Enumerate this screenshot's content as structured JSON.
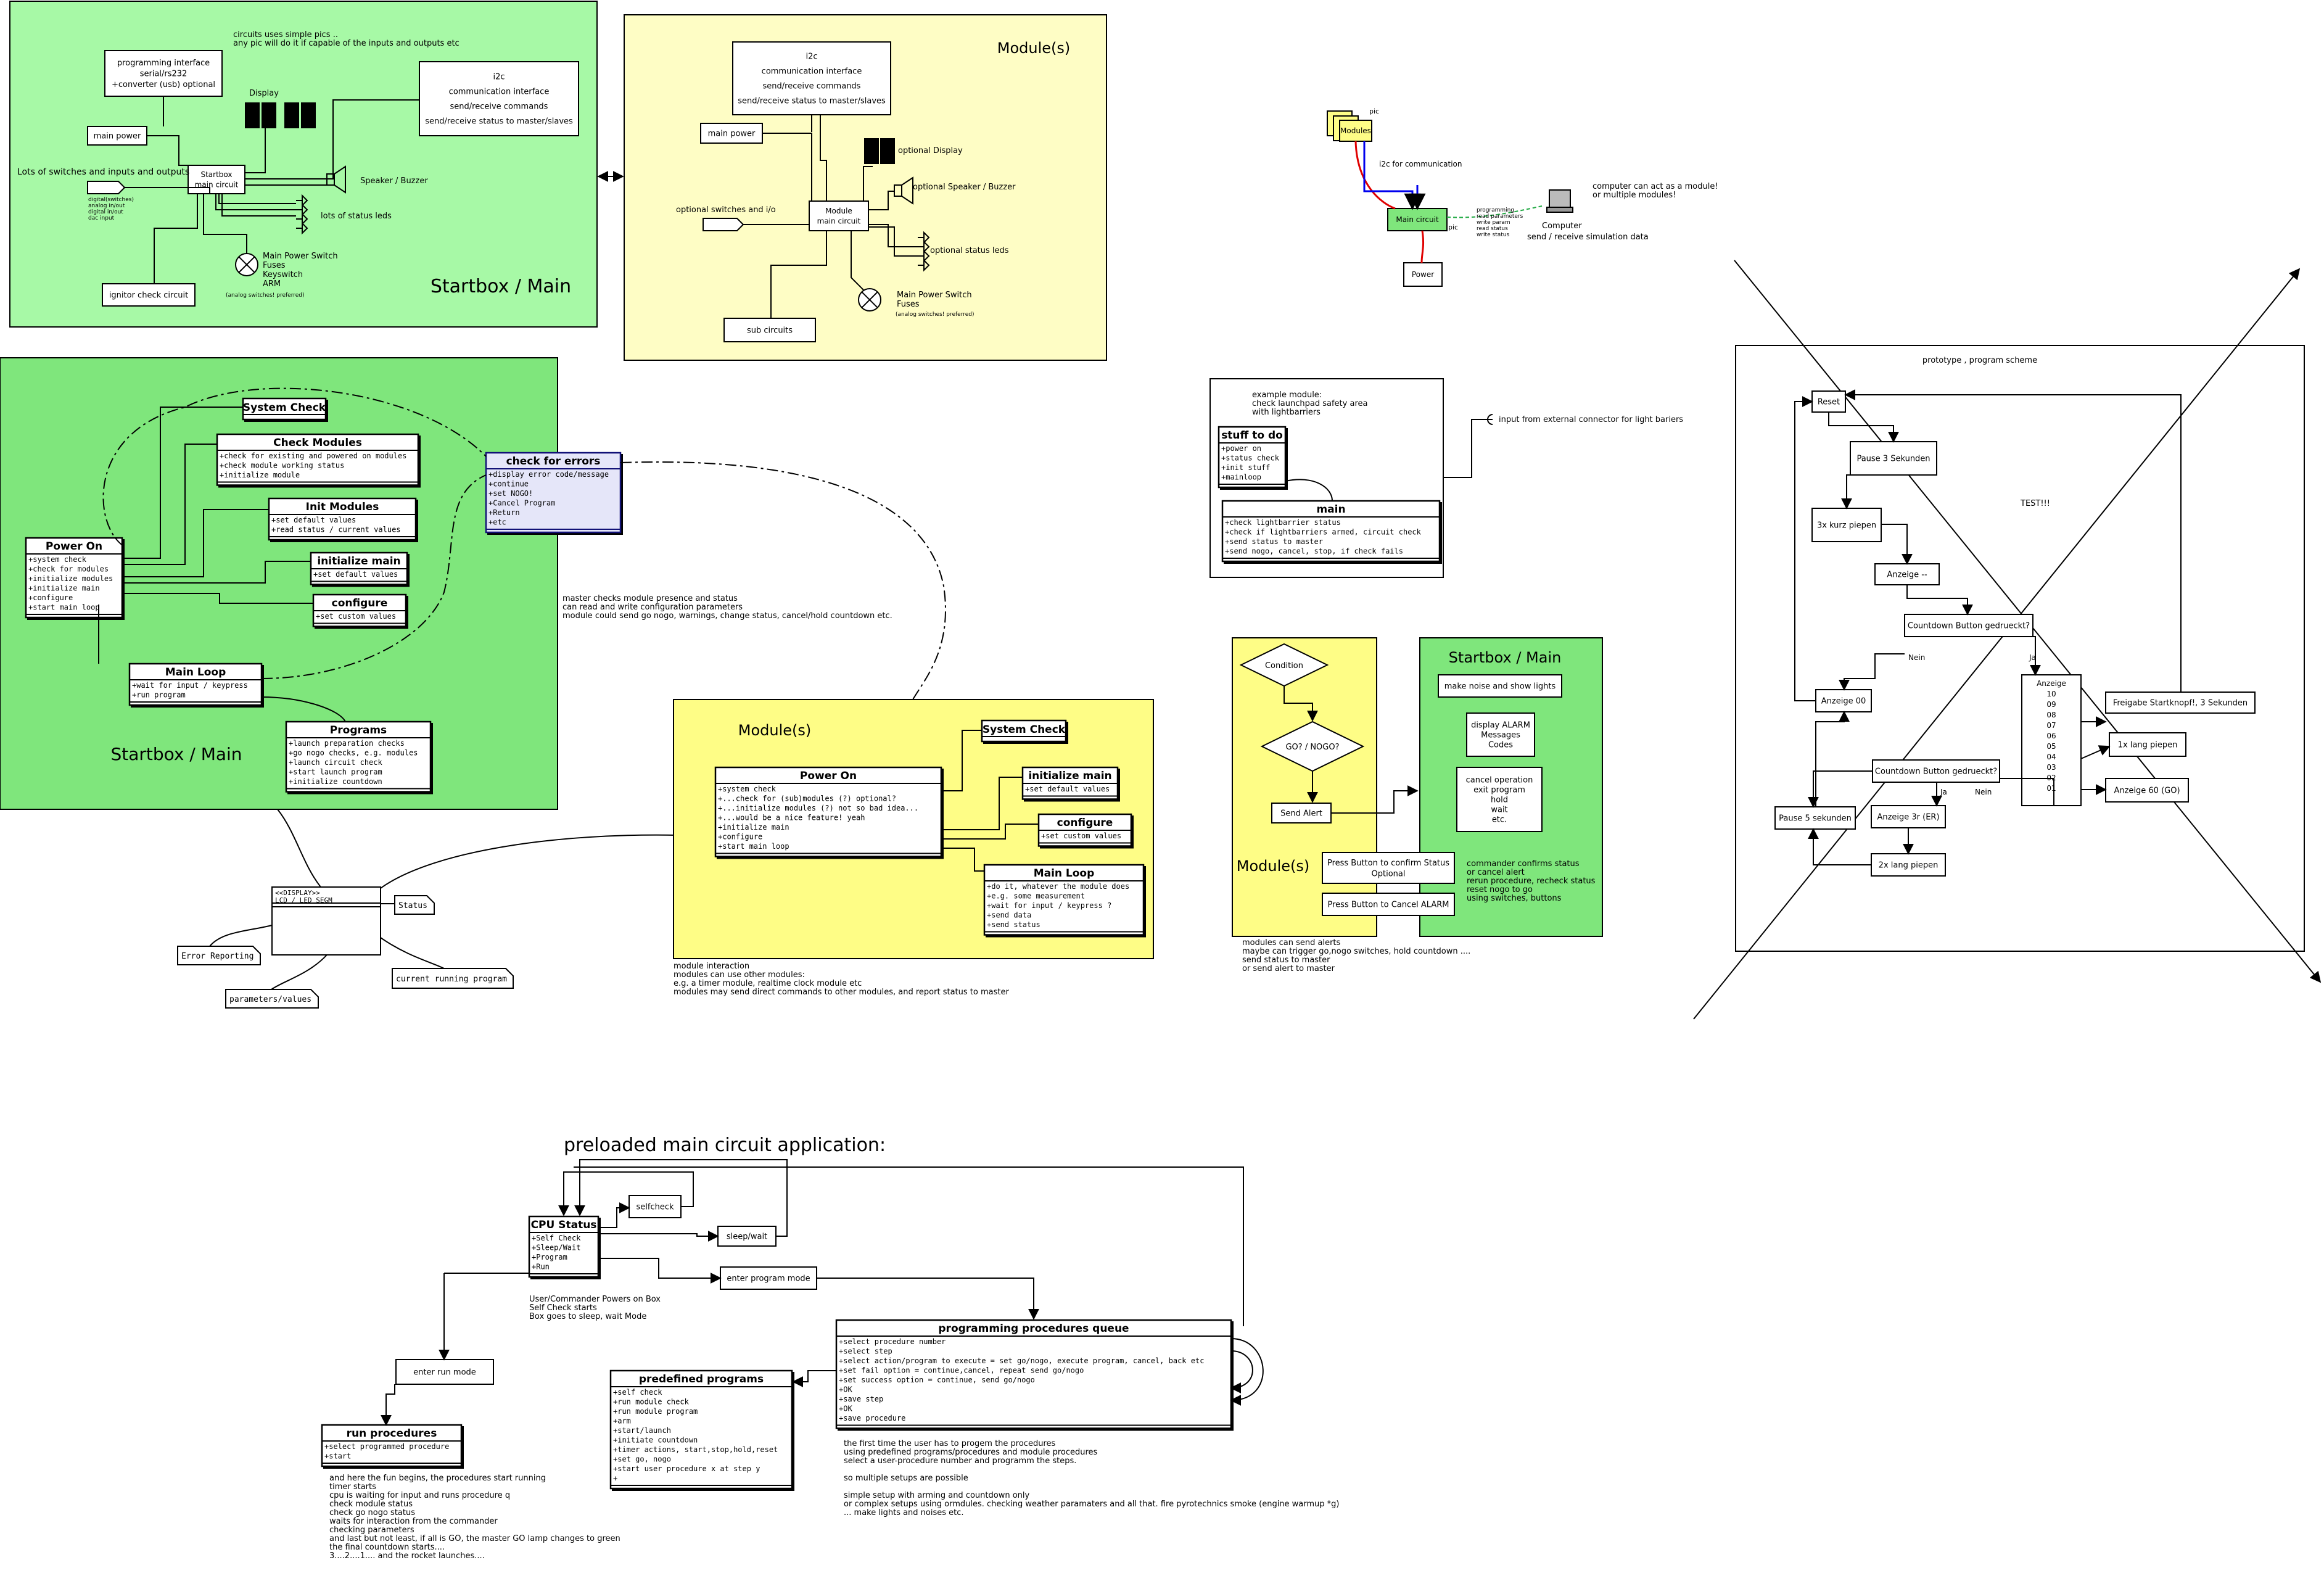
{
  "colors": {
    "green": "#a7f9a6",
    "green_dark": "#7fe67c",
    "yellow": "#fefdc5",
    "yellow2": "#fefd86",
    "lavender": "#e5e6f9",
    "line": "#000000",
    "red": "#e00000",
    "blue": "#0000ee"
  },
  "startbox_top": {
    "title": "Startbox / Main",
    "note": [
      "circuits uses simple pics ..",
      "any pic will do it if capable of the inputs and outputs etc"
    ],
    "programming_box": [
      "programming interface",
      "serial/rs232",
      "+converter (usb) optional"
    ],
    "i2c_box": [
      "i2c",
      "communication interface",
      "send/receive commands",
      "send/receive status to master/slaves"
    ],
    "display_label": "Display",
    "main_power": "main power",
    "startbox_circuit": [
      "Startbox",
      "main circuit"
    ],
    "switches_label": "Lots of switches and inputs and outputs",
    "switch_types": [
      "digital(switches)",
      "analog in/out",
      "digital in/out",
      "dac input"
    ],
    "speaker": "Speaker / Buzzer",
    "leds": "lots of status leds",
    "power_switch": [
      "Main Power Switch",
      "Fuses",
      "Keyswitch",
      "ARM"
    ],
    "power_switch_note": "(analog switches! preferred)",
    "ignitor": "ignitor check circuit"
  },
  "module_top": {
    "title": "Module(s)",
    "i2c_box": [
      "i2c",
      "communication interface",
      "send/receive commands",
      "send/receive status to master/slaves"
    ],
    "main_power": "main power",
    "display_label": "optional Display",
    "module_circuit": [
      "Module",
      "main circuit"
    ],
    "speaker": "optional Speaker / Buzzer",
    "switches": "optional switches and i/o",
    "leds": "optional status leds",
    "power_switch": [
      "Main Power Switch",
      "Fuses"
    ],
    "power_switch_note": "(analog switches! preferred)",
    "sub": "sub circuits"
  },
  "network": {
    "pic": "pic",
    "modules": "Modules",
    "i2c": "i2c for communication",
    "main": "Main circuit",
    "pic2": "pic",
    "computer": "Computer",
    "serial": [
      "programming",
      "read parameters",
      "write param",
      "read status",
      "write status"
    ],
    "sim": "send / receive simulation data",
    "note": [
      "computer can act as a module!",
      "or multiple modules!"
    ],
    "power": "Power"
  },
  "startbox_uml": {
    "title": "Startbox / Main",
    "system_check": "System Check",
    "check_modules": {
      "title": "Check Modules",
      "items": [
        "+check for existing and powered on modules",
        "+check module working status",
        "+initialize module"
      ]
    },
    "init_modules": {
      "title": "Init Modules",
      "items": [
        "+set default values",
        "+read status / current values"
      ]
    },
    "initialize_main": {
      "title": "initialize main",
      "items": [
        "+set default values"
      ]
    },
    "configure": {
      "title": "configure",
      "items": [
        "+set custom values"
      ]
    },
    "power_on": {
      "title": "Power On",
      "items": [
        "+system check",
        "+check for modules",
        "+initialize modules",
        "+initialize main",
        "+configure",
        "+start main loop"
      ]
    },
    "main_loop": {
      "title": "Main Loop",
      "items": [
        "+wait for input / keypress",
        "+run program"
      ]
    },
    "programs": {
      "title": "Programs",
      "items": [
        "+launch preparation checks",
        "+go nogo checks, e.g. modules",
        "+launch circuit check",
        "+start launch program",
        "+initialize countdown"
      ]
    },
    "check_errors": {
      "title": "check for errors",
      "items": [
        "+display error code/message",
        "+continue",
        "+set NOGO!",
        "+Cancel Program",
        "+Return",
        "+etc"
      ]
    }
  },
  "master_note": [
    "master checks module presence and status",
    "can read and write configuration parameters",
    "module could send go nogo, warnings, change status, cancel/hold countdown etc."
  ],
  "display_uml": {
    "stereotype": "<<DISPLAY>>",
    "title": "LCD / LED SEGM",
    "status": "Status",
    "error": "Error Reporting",
    "params": "parameters/values",
    "running": "current running program"
  },
  "module_uml": {
    "title": "Module(s)",
    "system_check": "System Check",
    "initialize_main": {
      "title": "initialize main",
      "items": [
        "+set default values"
      ]
    },
    "configure": {
      "title": "configure",
      "items": [
        "+set custom values"
      ]
    },
    "power_on": {
      "title": "Power On",
      "items": [
        "+system check",
        "+...check for (sub)modules (?) optional?",
        "+...initialize modules (?) not so bad idea...",
        "+...would be a nice feature! yeah",
        "+initialize main",
        "+configure",
        "+start main loop"
      ]
    },
    "main_loop": {
      "title": "Main Loop",
      "items": [
        "+do it, whatever the module does",
        "+e.g. some measurement",
        "+wait for input / keypress ?",
        "+send data",
        "+send status"
      ]
    },
    "note": [
      "module interaction",
      "modules can use other modules:",
      "e.g. a timer module, realtime clock module etc",
      "modules may send direct commands to other modules, and report status to master"
    ]
  },
  "example_module": {
    "note": [
      "example module:",
      "check launchpad safety area",
      "with lightbarriers"
    ],
    "todo": {
      "title": "stuff to do",
      "items": [
        "+power on",
        "+status check",
        "+init stuff",
        "+mainloop"
      ]
    },
    "main": {
      "title": "main",
      "items": [
        "+check lightbarrier status",
        "+check if lightbarriers armed, circuit check",
        "+send status to master",
        "+send nogo, cancel, stop, if check fails"
      ]
    },
    "input": "input from external connector for light bariers"
  },
  "alert_flow": {
    "module_title": "Module(s)",
    "main_title": "Startbox / Main",
    "condition": "Condition",
    "gonogo": "GO? / NOGO?",
    "send_alert": "Send Alert",
    "confirm": [
      "Press Button to confirm Status",
      "Optional"
    ],
    "cancel_btn": "Press Button to Cancel ALARM",
    "noise": "make noise and show lights",
    "display_alarm": [
      "display ALARM",
      "Messages",
      "Codes"
    ],
    "cancel_op": [
      "cancel operation",
      "exit program",
      "hold",
      "wait",
      "etc."
    ],
    "commander": [
      "commander confirms status",
      "or cancel alert",
      "rerun procedure, recheck status",
      "reset nogo to go",
      "using switches, buttons"
    ],
    "note": [
      "modules can send alerts",
      "maybe can trigger go,nogo switches, hold countdown ....",
      "send status to master",
      "or send alert to master"
    ]
  },
  "prototype": {
    "title": "prototype , program scheme",
    "test": "TEST!!!",
    "reset": "Reset",
    "pause3": "Pause 3 Sekunden",
    "kurz": "3x kurz piepen",
    "anzeige_minus": "Anzeige --",
    "cd1": "Countdown Button gedrueckt?",
    "nein1": "Nein",
    "ja1": "Ja",
    "anzeige00": "Anzeige 00",
    "anzeige_list": [
      "Anzeige",
      "10",
      "09",
      "08",
      "07",
      "06",
      "05",
      "04",
      "03",
      "02",
      "01"
    ],
    "freigabe": "Freigabe Startknopf!, 3 Sekunden",
    "lang_piepen": "1x lang piepen",
    "cd2": "Countdown Button gedrueckt?",
    "ja2": "Ja",
    "nein2": "Nein",
    "anzeige60": "Anzeige 60 (GO)",
    "pause5": "Pause 5 sekunden",
    "anzeige_er": "Anzeige 3r (ER)",
    "lang2": "2x lang piepen"
  },
  "preloaded": {
    "title": "preloaded main circuit application:",
    "cpu": {
      "title": "CPU Status",
      "items": [
        "+Self Check",
        "+Sleep/Wait",
        "+Program",
        "+Run"
      ]
    },
    "selfcheck": "selfcheck",
    "sleepwait": "sleep/wait",
    "enter_prog": "enter program mode",
    "enter_run": "enter run mode",
    "boot_note": [
      "User/Commander Powers on Box",
      "Self Check starts",
      "Box goes to sleep, wait Mode"
    ],
    "queue": {
      "title": "programming procedures queue",
      "items": [
        "+select procedure number",
        "+select step",
        "+select action/program to execute = set go/nogo, execute program, cancel, back etc",
        "+set fail option = continue,cancel, repeat send go/nogo",
        "+set success option = continue, send go/nogo",
        "+OK",
        "+save step",
        "+OK",
        "+save procedure"
      ]
    },
    "predefined": {
      "title": "predefined programs",
      "items": [
        "+self check",
        "+run module check",
        "+run module program",
        "+arm",
        "+start/launch",
        "+initiate countdown",
        "+timer actions, start,stop,hold,reset",
        "+set go, nogo",
        "+start user procedure x at step y",
        "+"
      ]
    },
    "run": {
      "title": "run procedures",
      "items": [
        "+select programmed procedure",
        "+start"
      ]
    },
    "queue_note": [
      "the first time the user has to progem the procedures",
      "using predefined programs/procedures and module procedures",
      "select a user-procedure number and programm the steps.",
      "",
      "so multiple setups are possible",
      "",
      "simple setup with arming and countdown only",
      "or complex setups using ormdules. checking weather paramaters and all that. fire pyrotechnics smoke (engine warmup *g)",
      "... make lights and noises etc."
    ],
    "run_note": [
      "and here the fun begins, the procedures start running",
      "timer starts",
      "cpu is waiting for input and runs procedure q",
      "check module status",
      "check go nogo status",
      "waits for interaction from the commander",
      "checking parameters",
      "and last but not least, if all is GO, the master GO lamp changes to green",
      "the final countdown starts....",
      "3....2....1.... and the rocket launches...."
    ]
  }
}
